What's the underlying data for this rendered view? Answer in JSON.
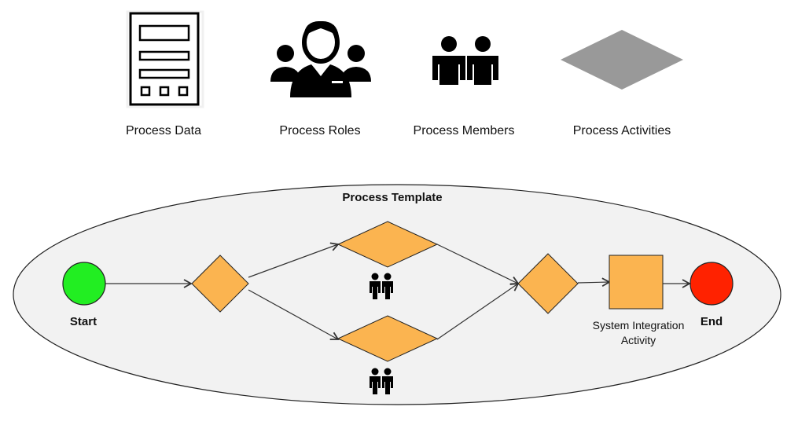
{
  "legend": {
    "items": [
      {
        "label": "Process Data",
        "icon": "form-document-icon"
      },
      {
        "label": "Process Roles",
        "icon": "role-group-icon"
      },
      {
        "label": "Process Members",
        "icon": "members-icon"
      },
      {
        "label": "Process Activities",
        "icon": "activity-diamond-icon"
      }
    ]
  },
  "template": {
    "title": "Process Template",
    "start_label": "Start",
    "end_label": "End",
    "integration_label_line1": "System Integration",
    "integration_label_line2": "Activity"
  },
  "colors": {
    "start": "#22ee22",
    "end": "#ff2200",
    "activity": "#fbb450",
    "legend_diamond": "#999999",
    "template_background": "#f2f2f2"
  }
}
